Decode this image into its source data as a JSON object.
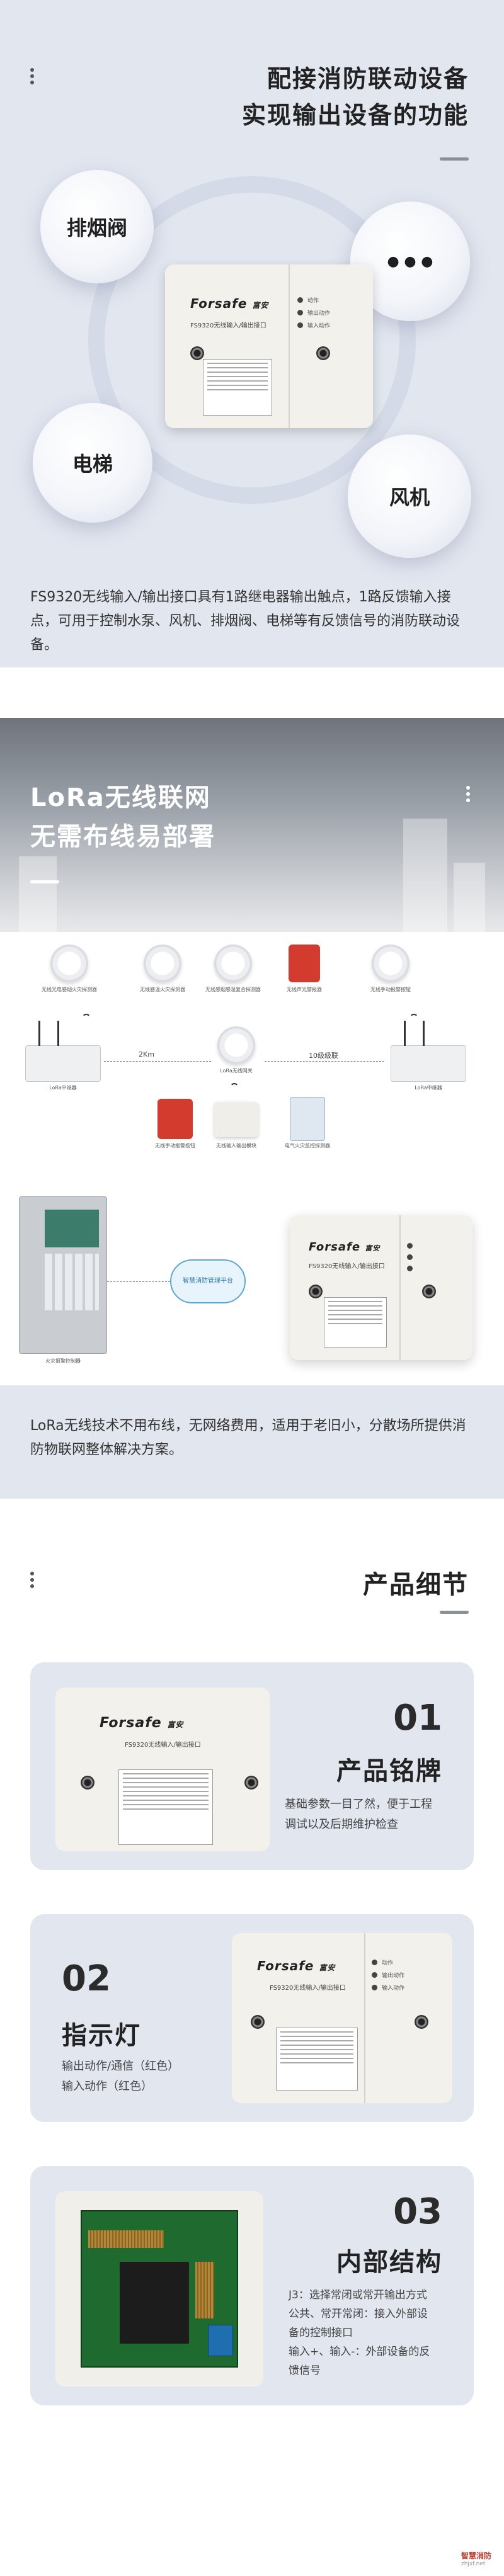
{
  "section1": {
    "headline_line1": "配接消防联动设备",
    "headline_line2": "实现输出设备的功能",
    "bubbles": {
      "smoke_valve": "排烟阀",
      "more": "● ● ●",
      "elevator": "电梯",
      "fan": "风机"
    },
    "device": {
      "brand": "Forsafe",
      "brand_cn": "富安",
      "model": "FS9320无线输入/输出接口",
      "led1": "动作",
      "led2": "输出动作",
      "led3": "输入动作"
    },
    "description": "FS9320无线输入/输出接口具有1路继电器输出触点，1路反馈输入接点，可用于控制水泵、风机、排烟阀、电梯等有反馈信号的消防联动设备。"
  },
  "section2": {
    "title_line1": "LoRa无线联网",
    "title_line2": "无需布线易部署",
    "diagram": {
      "detectors": [
        "无线光电感烟火灾探测器",
        "无线感温火灾探测器",
        "无线感烟感温复合探测器",
        "无线声光警报器",
        "无线手动报警按钮"
      ],
      "hub_left": "LoRa中继器",
      "hub_right": "LoRa中继器",
      "distance_left": "2Km",
      "distance_right": "10级级联",
      "center_detector": "LoRa无线网关",
      "panel": "火灾报警控制器",
      "cloud": "智慧消防管理平台",
      "bottom_items": [
        "无线手动报警按钮",
        "无线输入输出模块",
        "电气火灾监控探测器"
      ]
    },
    "description": "LoRa无线技术不用布线，无网络费用，适用于老旧小，分散场所提供消防物联网整体解决方案。"
  },
  "section3": {
    "title": "产品细节",
    "cards": [
      {
        "number": "01",
        "title": "产品铭牌",
        "text": "基础参数一目了然，便于工程调试以及后期维护检查"
      },
      {
        "number": "02",
        "title": "指示灯",
        "text_line1": "输出动作/通信（红色）",
        "text_line2": "输入动作（红色）"
      },
      {
        "number": "03",
        "title": "内部结构",
        "text_line1": "J3：选择常闭或常开输出方式",
        "text_line2": "公共、常开常闭：接入外部设",
        "text_line3": "备的控制接口",
        "text_line4": "输入+、输入-：外部设备的反",
        "text_line5": "馈信号"
      }
    ]
  },
  "watermark": {
    "name": "智慧消防",
    "url": "zhjxf.net"
  },
  "colors": {
    "section_bg": "#e2e6ef",
    "card_bg": "#e2e6ef",
    "heading": "#222222",
    "rule": "#8a8f99"
  }
}
